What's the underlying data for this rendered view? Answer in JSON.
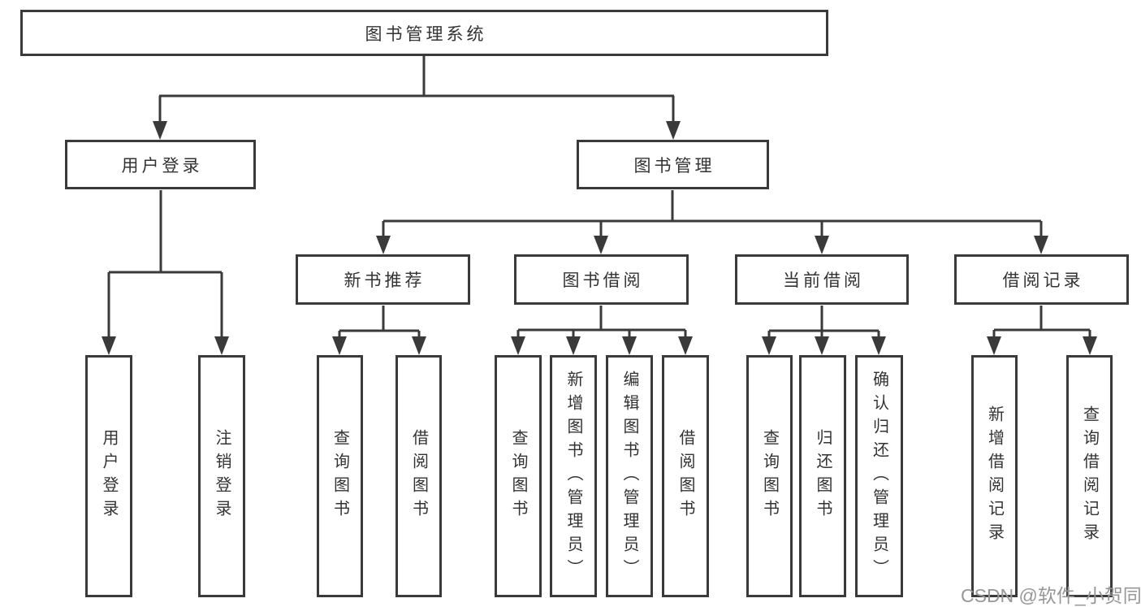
{
  "tree": {
    "label": "图书管理系统",
    "children": [
      {
        "label": "用户登录",
        "children": [
          {
            "label": "用户登录"
          },
          {
            "label": "注销登录"
          }
        ]
      },
      {
        "label": "图书管理",
        "children": [
          {
            "label": "新书推荐",
            "children": [
              {
                "label": "查询图书"
              },
              {
                "label": "借阅图书"
              }
            ]
          },
          {
            "label": "图书借阅",
            "children": [
              {
                "label": "查询图书"
              },
              {
                "label": "新增图书（管理员）"
              },
              {
                "label": "编辑图书（管理员）"
              },
              {
                "label": "借阅图书"
              }
            ]
          },
          {
            "label": "当前借阅",
            "children": [
              {
                "label": "查询图书"
              },
              {
                "label": "归还图书"
              },
              {
                "label": "确认归还（管理员）"
              }
            ]
          },
          {
            "label": "借阅记录",
            "children": [
              {
                "label": "新增借阅记录"
              },
              {
                "label": "查询借阅记录"
              }
            ]
          }
        ]
      }
    ]
  },
  "watermark": {
    "text": "CSDN @软件_小贺同学"
  },
  "colors": {
    "line": "#3a3a3a",
    "text": "#333333",
    "background": "#ffffff",
    "watermark": "#979797"
  }
}
